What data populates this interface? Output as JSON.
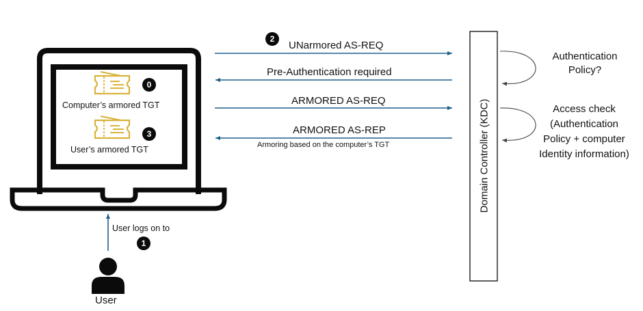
{
  "colors": {
    "arrow": "#1f5f8b",
    "ticket": "#d9b23a",
    "outline": "#0b0b0b",
    "badge": "#0b0b0b"
  },
  "laptop": {
    "tickets": [
      {
        "label": "Computer’s armored TGT",
        "badge": "0",
        "icon": "ticket-icon"
      },
      {
        "label": "User’s armored TGT",
        "badge": "3",
        "icon": "ticket-icon"
      }
    ]
  },
  "user": {
    "label": "User",
    "icon": "user-icon",
    "action_label": "User logs on to",
    "badge": "1"
  },
  "messages": [
    {
      "label": "UNarmored AS-REQ",
      "direction": "to-kdc",
      "badge": "2"
    },
    {
      "label": "Pre-Authentication required",
      "direction": "to-client"
    },
    {
      "label": "ARMORED AS-REQ",
      "direction": "to-kdc"
    },
    {
      "label": "ARMORED AS-REP",
      "direction": "to-client",
      "note": "Armoring based on the computer’s TGT"
    }
  ],
  "kdc": {
    "label": "Domain Controller (KDC)",
    "checks": [
      {
        "lines": [
          "Authentication",
          "Policy?"
        ]
      },
      {
        "lines": [
          "Access check",
          "(Authentication",
          "Policy + computer",
          "Identity information)"
        ]
      }
    ]
  }
}
